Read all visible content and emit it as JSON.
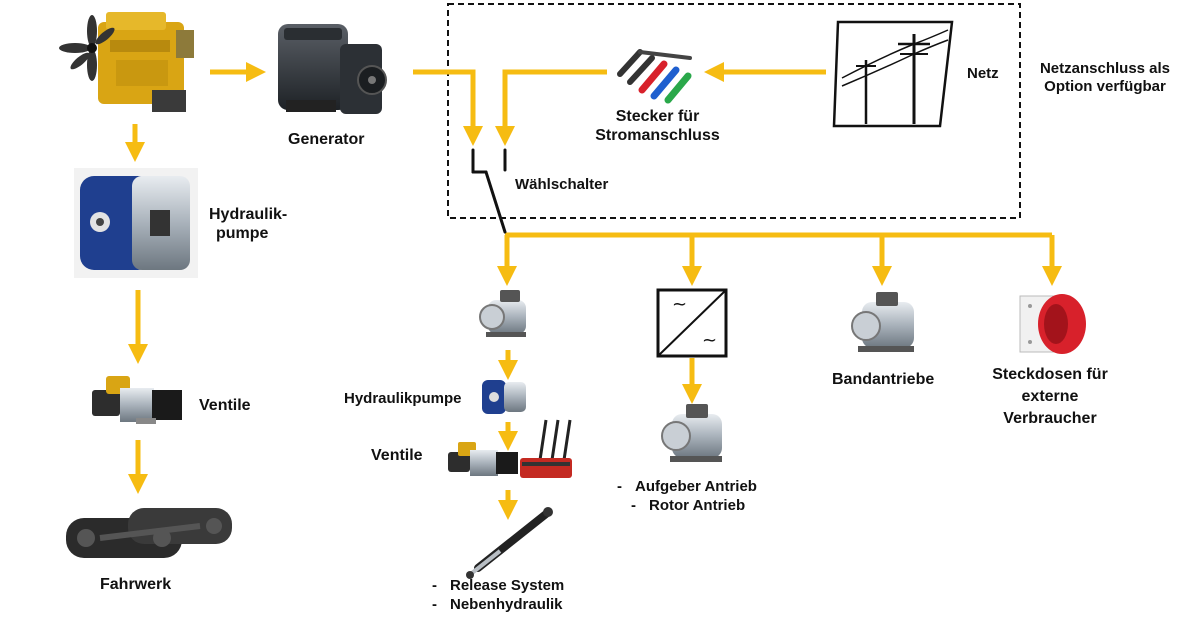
{
  "colors": {
    "arrow": "#f6bc12",
    "frame": "#111111",
    "engine": "#d9a514",
    "pump_blue": "#1f3f8f",
    "motor_grey": "#9aa3ad",
    "socket_red": "#d8212b"
  },
  "icons": [
    "diesel-engine-icon",
    "generator-icon",
    "hydraulic-pump-icon",
    "valve-icon",
    "crawler-track-icon",
    "power-plug-icon",
    "power-pole-icon",
    "selector-switch-icon",
    "electric-motor-icon",
    "frequency-converter-icon",
    "control-lever-valve-icon",
    "hydraulic-cylinder-icon",
    "cee-socket-icon"
  ],
  "labels": {
    "generator": "Generator",
    "hydraulik_pumpe": [
      "Hydraulik-",
      "pumpe"
    ],
    "ventile_left": "Ventile",
    "fahrwerk": "Fahrwerk",
    "stecker": [
      "Stecker für",
      "Stromanschluss"
    ],
    "netz": "Netz",
    "netzanschluss": [
      "Netzanschluss als",
      "Option verfügbar"
    ],
    "waehlschalter": "Wählschalter",
    "hydraulikpumpe_mid": "Hydraulikpumpe",
    "ventile_mid": "Ventile",
    "release_list": [
      "Release System",
      "Nebenhydraulik"
    ],
    "antrieb_list": [
      "Aufgeber Antrieb",
      "Rotor Antrieb"
    ],
    "bandantriebe": "Bandantriebe",
    "steckdosen": [
      "Steckdosen für",
      "externe",
      "Verbraucher"
    ]
  }
}
